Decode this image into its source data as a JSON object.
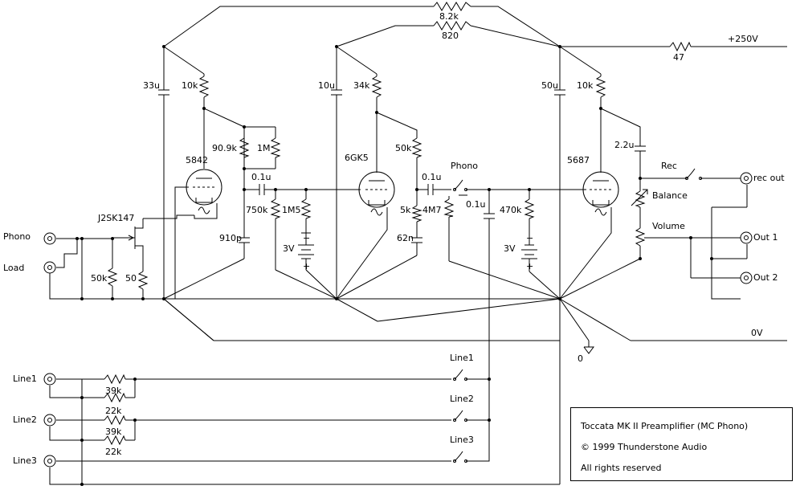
{
  "labels": {
    "r_8k2": "8.2k",
    "r_820": "820",
    "r_47": "47",
    "b_250": "+250V",
    "c_33u": "33u",
    "r_10k_1": "10k",
    "c_10u": "10u",
    "r_34k": "34k",
    "c_50u": "50u",
    "r_10k_2": "10k",
    "r_909k": "90.9k",
    "r_1M": "1M",
    "t_5842": "5842",
    "t_6GK5": "6GK5",
    "r_50k_a": "50k",
    "t_5687": "5687",
    "c_22u": "2.2u",
    "sw_rec": "Rec",
    "j_recout": "rec out",
    "p_balance": "Balance",
    "p_volume": "Volume",
    "c_01u_a": "0.1u",
    "c_01u_b": "0.1u",
    "c_01u_c": "0.1u",
    "sw_phono": "Phono",
    "r_750k": "750k",
    "r_1M5": "1M5",
    "r_5k": "5k",
    "r_4M7": "4M7",
    "r_470k": "470k",
    "q_j2sk147": "J2SK147",
    "c_910p": "910p",
    "c_62n": "62n",
    "bat_3v_a": "3V",
    "bat_3v_b": "3V",
    "j_phono": "Phono",
    "j_load": "Load",
    "r_50k_b": "50k",
    "r_50": "50",
    "j_out1": "Out 1",
    "j_out2": "Out 2",
    "n_0v": "0V",
    "g_0": "0",
    "j_line1": "Line1",
    "j_line2": "Line2",
    "j_line3": "Line3",
    "r_39k_a": "39k",
    "r_22k_a": "22k",
    "r_39k_b": "39k",
    "r_22k_b": "22k",
    "sw_line1": "Line1",
    "sw_line2": "Line2",
    "sw_line3": "Line3"
  },
  "title_block": {
    "title": "Toccata MK II Preamplifier (MC Phono)",
    "copyright": "© 1999 Thunderstone Audio",
    "rights": "All rights reserved"
  }
}
